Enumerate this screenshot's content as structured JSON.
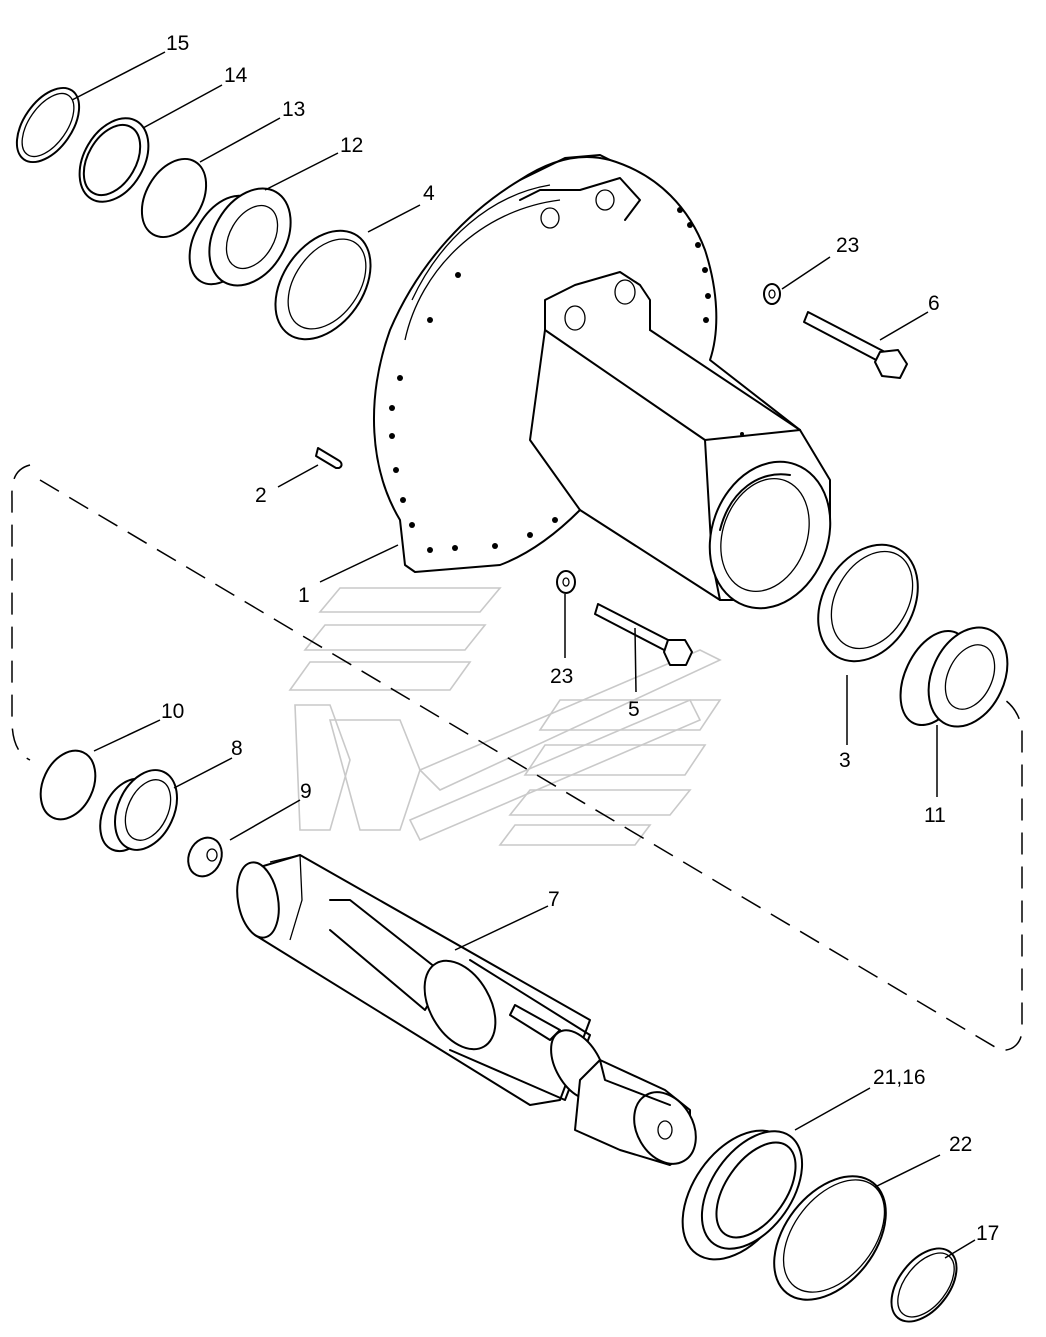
{
  "callouts": [
    {
      "id": "1",
      "label": "1"
    },
    {
      "id": "2",
      "label": "2"
    },
    {
      "id": "3",
      "label": "3"
    },
    {
      "id": "4",
      "label": "4"
    },
    {
      "id": "5",
      "label": "5"
    },
    {
      "id": "6",
      "label": "6"
    },
    {
      "id": "7",
      "label": "7"
    },
    {
      "id": "8",
      "label": "8"
    },
    {
      "id": "9",
      "label": "9"
    },
    {
      "id": "10",
      "label": "10"
    },
    {
      "id": "11",
      "label": "11"
    },
    {
      "id": "12",
      "label": "12"
    },
    {
      "id": "13",
      "label": "13"
    },
    {
      "id": "14",
      "label": "14"
    },
    {
      "id": "15",
      "label": "15"
    },
    {
      "id": "17",
      "label": "17"
    },
    {
      "id": "21-16",
      "label": "21,16"
    },
    {
      "id": "22",
      "label": "22"
    },
    {
      "id": "23a",
      "label": "23"
    },
    {
      "id": "23b",
      "label": "23"
    }
  ]
}
